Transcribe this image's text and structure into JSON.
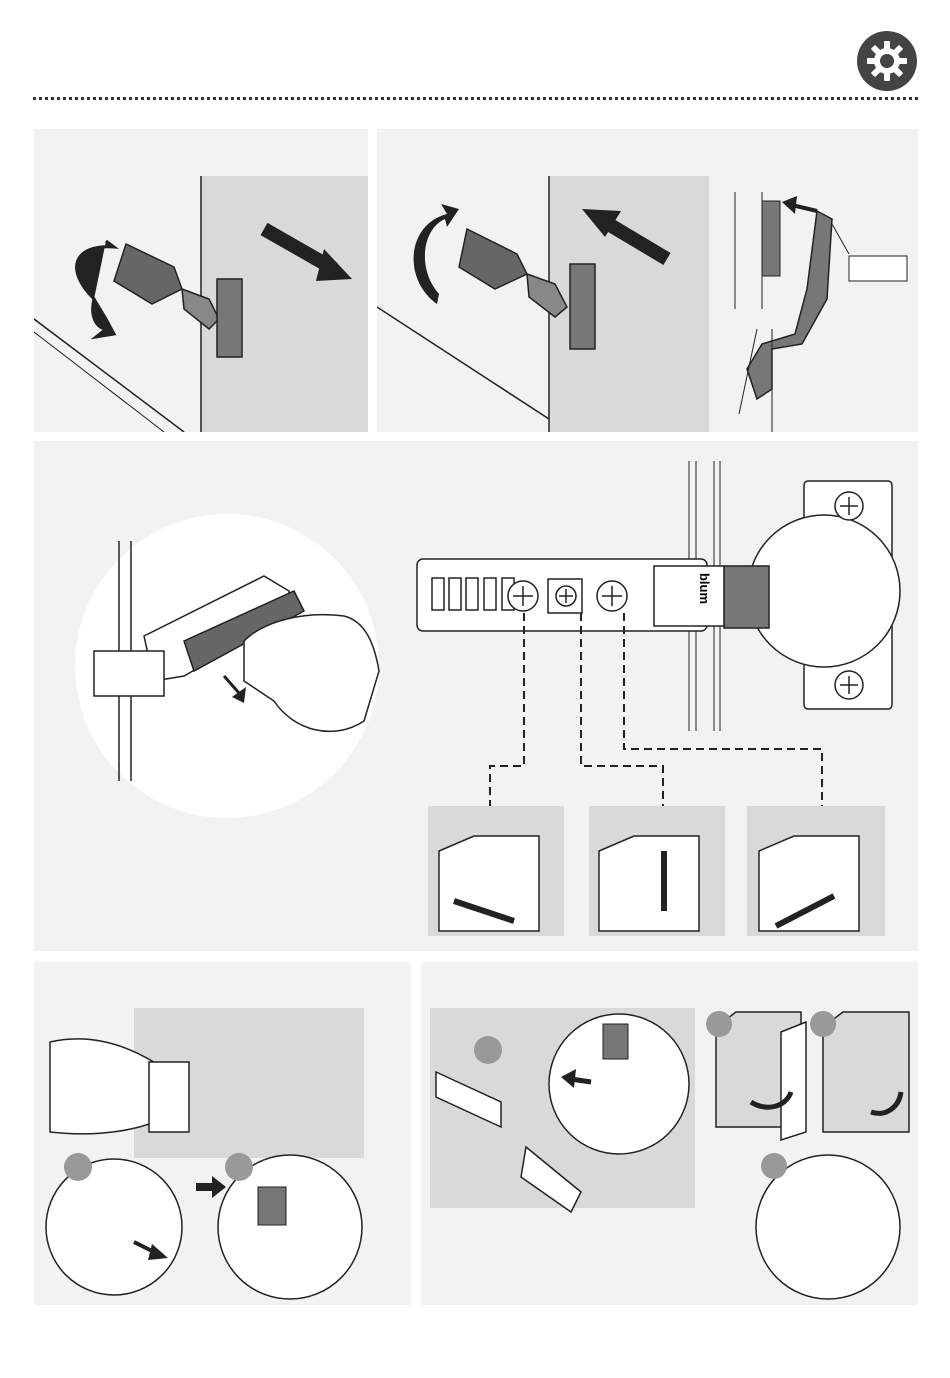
{
  "header": {
    "icon": "gear-icon"
  },
  "hinge": {
    "brand_text": "blum"
  },
  "panels": [
    {
      "id": "remove-rotate",
      "icons": [
        "rotate-down-icon",
        "arrow-down-right-icon"
      ]
    },
    {
      "id": "attach-rotate",
      "icons": [
        "rotate-up-icon",
        "arrow-up-left-icon"
      ]
    },
    {
      "id": "adjust-screws",
      "icons": [
        "hand-icon",
        "screw-icon",
        "adjust-side-icon",
        "adjust-height-icon",
        "adjust-depth-icon"
      ]
    },
    {
      "id": "unlock-cam",
      "icons": [
        "hand-icon",
        "arrow-right-icon"
      ]
    },
    {
      "id": "lock-cam",
      "icons": [
        "hand-icon",
        "rotate-icon"
      ]
    }
  ],
  "colors": {
    "panel_bg": "#f2f2f2",
    "wall": "#d9d9d9",
    "part_dark": "#666666",
    "arrow": "#222222",
    "badge": "#999999"
  }
}
